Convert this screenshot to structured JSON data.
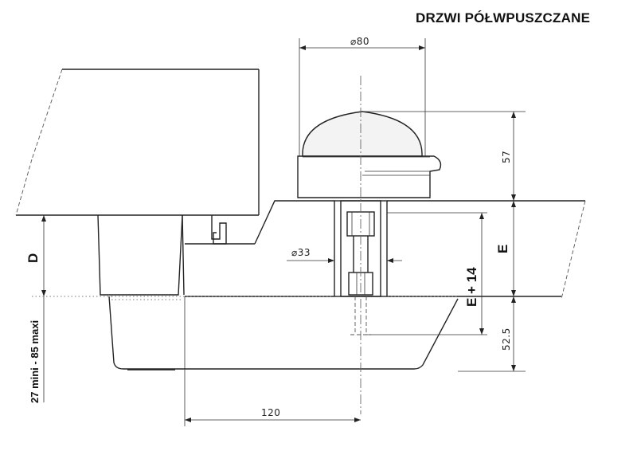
{
  "title": "DRZWI PÓŁWPUSZCZANE",
  "dimensions": {
    "d80": "⌀80",
    "d33": "⌀33",
    "h57": "57",
    "h52_5": "52.5",
    "w120": "120",
    "label_D": "D",
    "label_E": "E",
    "label_E14": "E + 14",
    "range": "27 mini - 85 maxi"
  }
}
